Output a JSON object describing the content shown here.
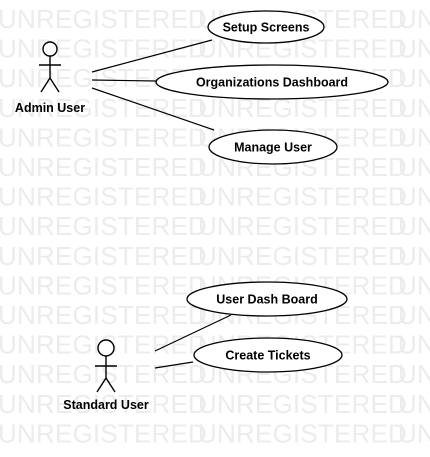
{
  "watermark": {
    "text": "UNREGISTERED",
    "color": "#ececec"
  },
  "actors": [
    {
      "id": "admin",
      "label": "Admin User"
    },
    {
      "id": "standard",
      "label": "Standard User"
    }
  ],
  "use_cases": [
    {
      "id": "setup",
      "label": "Setup Screens"
    },
    {
      "id": "orgdash",
      "label": "Organizations Dashboard"
    },
    {
      "id": "manage",
      "label": "Manage User"
    },
    {
      "id": "userdash",
      "label": "User Dash Board"
    },
    {
      "id": "tickets",
      "label": "Create Tickets"
    }
  ],
  "associations": [
    {
      "actor": "admin",
      "use_case": "setup"
    },
    {
      "actor": "admin",
      "use_case": "orgdash"
    },
    {
      "actor": "admin",
      "use_case": "manage"
    },
    {
      "actor": "standard",
      "use_case": "userdash"
    },
    {
      "actor": "standard",
      "use_case": "tickets"
    }
  ]
}
